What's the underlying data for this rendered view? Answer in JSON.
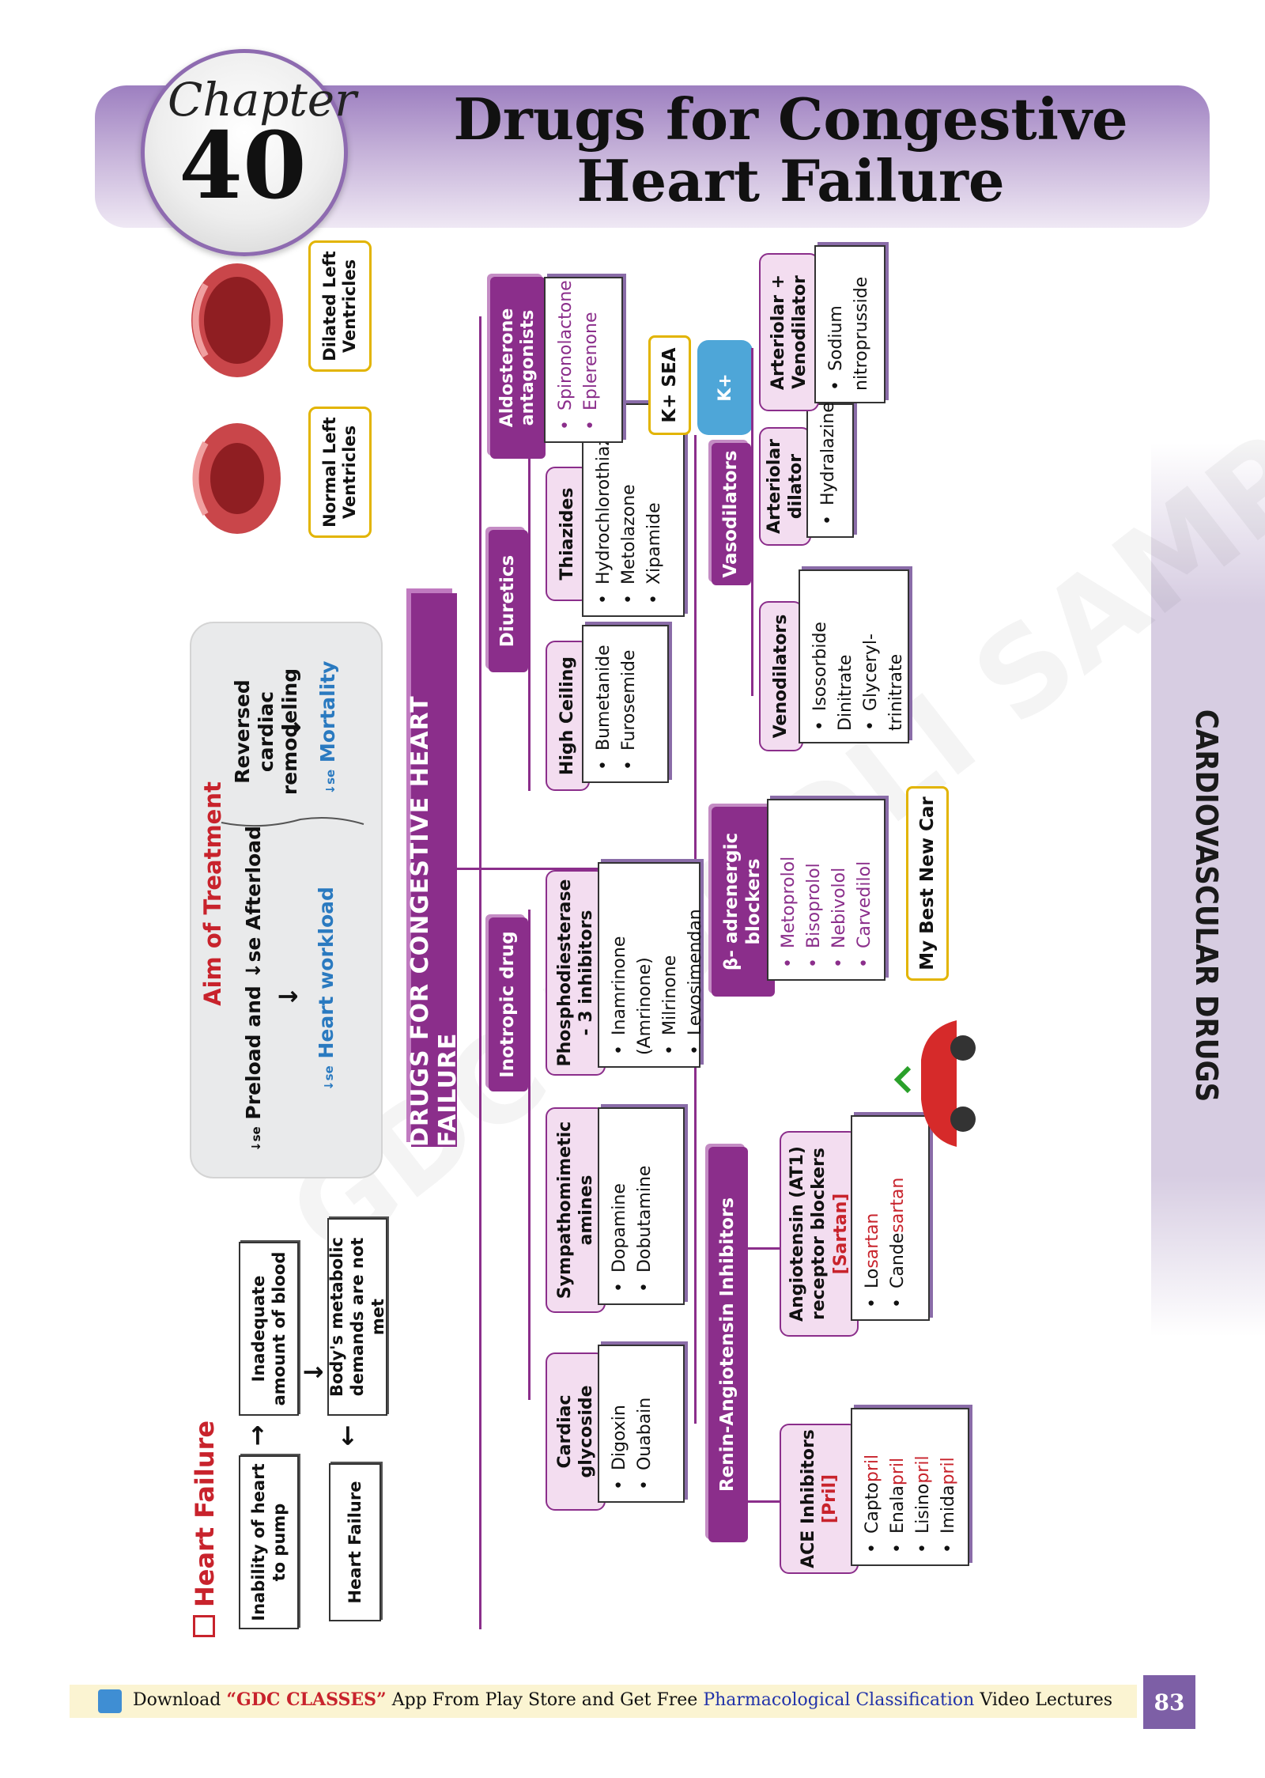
{
  "header": {
    "chapter_word": "Chapter",
    "chapter_number": "40",
    "title_line1": "Drugs for Congestive",
    "title_line2": "Heart Failure"
  },
  "side_tab": {
    "label": "CARDIOVASCULAR DRUGS"
  },
  "watermark": "GDC KUNDLI SAMPLE PDF",
  "heart_failure": {
    "title": "Heart Failure",
    "box1": "Inability of heart to pump",
    "box2": "Inadequate amount of blood",
    "box3": "Body's metabolic demands are not met",
    "box4": "Heart Failure",
    "arrow_right": "→",
    "arrow_down": "↓",
    "arrow_left": "←"
  },
  "aim": {
    "title": "Aim of Treatment",
    "line1_prefix": "↓se",
    "line1": "Preload and ↓se Afterload",
    "arrow": "↓",
    "line2_prefix": "↓se",
    "line2": "Heart workload",
    "line3": "Reversed cardiac remodeling",
    "line4_prefix": "↓se",
    "line4": "Mortality"
  },
  "heart_images": {
    "normal_label": "Normal Left Ventricles",
    "dilated_label": "Dilated Left Ventricles"
  },
  "main_title": "DRUGS FOR CONGESTIVE HEART FAILURE",
  "inotropic": {
    "label": "Inotropic drug",
    "cardiac": {
      "title": "Cardiac glycoside",
      "items": [
        "Digoxin",
        "Ouabain"
      ]
    },
    "sympatho": {
      "title": "Sympathomimetic amines",
      "items": [
        "Dopamine",
        "Dobutamine"
      ]
    },
    "pde": {
      "title": "Phosphodiesterase - 3 inhibitors",
      "items": [
        "Inamrinone (Amrinone)",
        "Milrinone",
        "Levosimendan"
      ]
    }
  },
  "diuretics": {
    "label": "Diuretics",
    "high_ceiling": {
      "title": "High Ceiling",
      "items": [
        "Bumetanide",
        "Furosemide"
      ]
    },
    "thiazides": {
      "title": "Thiazides",
      "items": [
        "Hydrochlorothiazide",
        "Metolazone",
        "Xipamide"
      ]
    },
    "aldosterone": {
      "title": "Aldosterone antagonists",
      "items": [
        "Spironolactone",
        "Eplerenone"
      ]
    },
    "mnemonic": "K+ SEA",
    "sea_badge": "K+"
  },
  "raas": {
    "label": "Renin-Angiotensin Inhibitors",
    "ace": {
      "title": "ACE Inhibitors",
      "suffix": "[Pril]",
      "items": [
        {
          "stem": "Capto",
          "suffix": "pril"
        },
        {
          "stem": "Enala",
          "suffix": "pril"
        },
        {
          "stem": "Lisino",
          "suffix": "pril"
        },
        {
          "stem": "Imida",
          "suffix": "pril"
        }
      ]
    },
    "arb": {
      "title": "Angiotensin (AT1) receptor blockers",
      "suffix": "[Sartan]",
      "items": [
        {
          "stem": "Lo",
          "suffix": "sartan"
        },
        {
          "stem": "Cande",
          "suffix": "sartan"
        }
      ]
    }
  },
  "beta": {
    "label": "β- adrenergic blockers",
    "items": [
      "Metoprolol",
      "Bisoprolol",
      "Nebivolol",
      "Carvedilol"
    ],
    "mnemonic": "My Best New Car"
  },
  "vasodilators": {
    "label": "Vasodilators",
    "veno": {
      "title": "Venodilators",
      "items": [
        "Isosorbide Dinitrate",
        "Glyceryl-trinitrate"
      ]
    },
    "arteriolar": {
      "title": "Arteriolar dilator",
      "items": [
        "Hydralazine"
      ]
    },
    "both": {
      "title": "Arteriolar + Venodilator",
      "items": [
        "Sodium nitroprusside"
      ]
    }
  },
  "footer": {
    "prefix": "Download",
    "app_name": "“GDC CLASSES”",
    "middle": "App From Play Store and Get Free",
    "highlight": "Pharmacological Classification",
    "suffix": "Video Lectures",
    "page_number": "83"
  },
  "colors": {
    "purple": "#8b2e8b",
    "red": "#c8232c",
    "blue": "#2a7ac0",
    "gold": "#e2b400",
    "lavender": "#7d5fa6"
  }
}
